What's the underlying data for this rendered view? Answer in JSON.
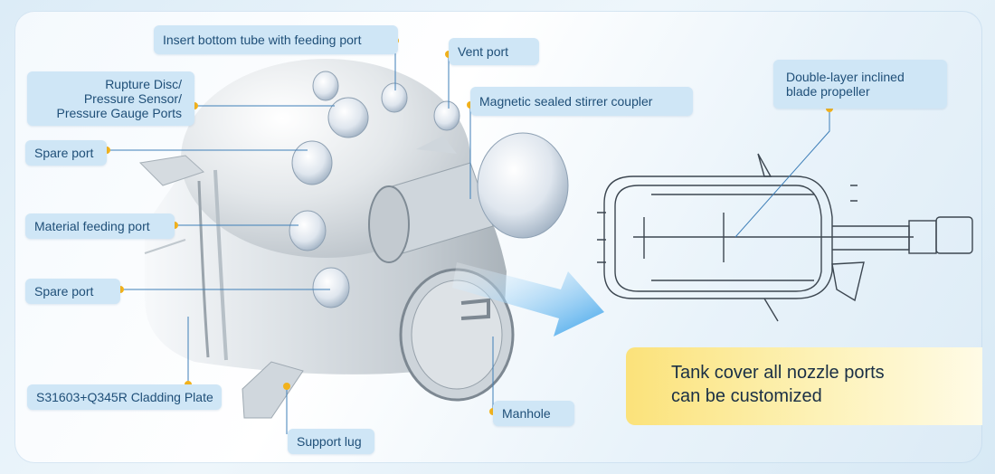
{
  "labels": {
    "insert_tube": "Insert bottom tube with feeding port",
    "vent_port": "Vent port",
    "rupture_disc": "Rupture Disc/\nPressure Sensor/\nPressure Gauge Ports",
    "magnetic_coupler": "Magnetic sealed stirrer coupler",
    "spare_port_1": "Spare port",
    "material_feeding": "Material feeding port",
    "spare_port_2": "Spare port",
    "cladding_plate": "S31603+Q345R Cladding Plate",
    "support_lug": "Support lug",
    "manhole": "Manhole",
    "propeller": "Double-layer inclined\nblade propeller"
  },
  "callout": {
    "line1": "Tank cover all nozzle ports",
    "line2": "can be customized"
  },
  "colors": {
    "bubble_bg": "#cfe6f6",
    "bubble_text": "#1f4f78",
    "leader_line": "#3e7fb8",
    "dot": "#f2b21c",
    "arrow": "#3aa2ea",
    "callout": "#fbe27a"
  }
}
